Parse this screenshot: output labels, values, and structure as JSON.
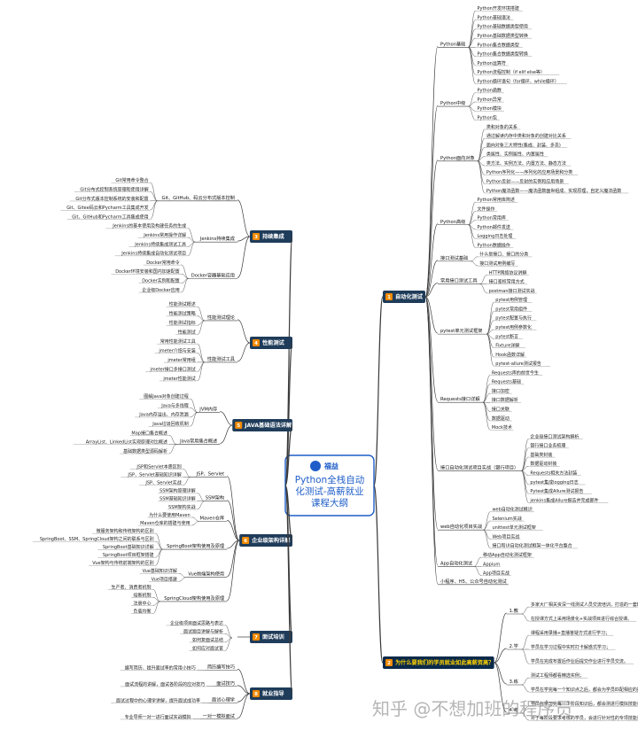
{
  "center": {
    "logo": "福益",
    "title_lines": [
      "Python全栈自动",
      "化测试-高薪就业",
      "课程大纲"
    ]
  },
  "watermark": "知乎 @不想加班的程序员",
  "colors": {
    "root": "#1f5ec8",
    "accent": "#f08a00",
    "line": "#3a3a3a",
    "node_bg": "#1f3c5a"
  },
  "right_branches": [
    {
      "label": "自动化测试",
      "num": "1",
      "groups": [
        {
          "label": "Python基础",
          "items": [
            "Python开发环境搭建",
            "Python基础语法",
            "Python基础数据类型使用",
            "Python基础数据类型转换",
            "Python集合数据类型",
            "Python集合数据类型转换",
            "Python运算符",
            "Python流程控制（if elif else等）",
            "Python循环语句（for循环、while循环）"
          ]
        },
        {
          "label": "Python中级",
          "items": [
            "Python函数",
            "Python异常",
            "Python模块",
            "Python包"
          ]
        },
        {
          "label": "Python面向对象",
          "items": [
            "类和对象的关系",
            "通过解读内存中类和对象的创建对比关系",
            "面向对象三大特性(集成、封装、多态)",
            "类属性、实例属性、内置属性",
            "类方法、实例方法、内置方法、静态方法",
            "Python序列化——序列化的应用场景和分类",
            "Python反射——反射的实例和应用场景",
            "Python魔法函数——魔法函数面世组成、实现原理，自定义魔法函数"
          ]
        },
        {
          "label": "Python高级",
          "items": [
            "Python常用库简述",
            "文件操作",
            "Python常用库",
            "Python邮件发送",
            "Logging日志处理",
            "Python数据操作"
          ]
        },
        {
          "label": "接口测试基础",
          "items": [
            "什么是接口、接口的分类",
            "接口测试用例编写"
          ]
        },
        {
          "label": "常用接口测试工具",
          "items": [
            "HTTP网络协议讲解",
            "接口鉴权常用方式",
            "postman接口测试实战"
          ]
        },
        {
          "label": "pytest单元测试框架",
          "items": [
            "pytest用例管理",
            "pytest常用组件",
            "pytest配置与执行",
            "pytest用例参数化",
            "pytest断言",
            "Fixture详解",
            "Hook函数详解",
            "pytest-allure测试报告"
          ]
        },
        {
          "label": "Requests接口详解",
          "items": [
            "Requests库的前世今生",
            "Requests基础",
            "接口加密",
            "接口数据解析",
            "接口关联",
            "数据驱动",
            "Mock技术"
          ]
        },
        {
          "label": "接口自动化测试项目实战（银行项目）",
          "items": [
            "企业级接口测试架构解析",
            "银行接口业务梳理",
            "基础类封装",
            "数据驱动封装",
            "Requests相关方法封装",
            "pytest集成logging日志",
            "Pytest集成Allure测试报告",
            "jenkins集成Allure报告并完成邮件"
          ]
        },
        {
          "label": "web自动化项目实战",
          "items": [
            "web自动化测试概识",
            "Selenium实战",
            "unittest单元测试框架",
            "Web项目实战",
            "接口和UI自动化测试框架一体化平台整合"
          ]
        },
        {
          "label": "App自动化测试",
          "items": [
            "移动App自动化测试框架",
            "Appium",
            "App项目实战"
          ]
        },
        {
          "label": "小程序、H5、公众号自动化测试",
          "items": []
        }
      ]
    },
    {
      "label": "为什么要我们的学员就业如此高薪资高？",
      "num": "2",
      "groups": [
        {
          "label": "1.教",
          "items": [
            "多家大厂相关资深一线测试人员交流培训，打造的一套精品化软件测试课程；",
            "在授课方式上采用场景化+实战项目进行综合授课。"
          ]
        },
        {
          "label": "2.学",
          "items": [
            "课程采用录播+直播答疑方式进行学习；",
            "学员在学习过程中实时打卡解惑式学习；",
            "学员在完成布置后作业后提交作业进行学员交流。"
          ]
        },
        {
          "label": "3.练",
          "items": [
            "测试工程师都看精选实例；",
            "学员在学完每一个知识点之后，都会为学员匹配相应的技能练习题。"
          ]
        },
        {
          "label": "4.考",
          "items": [
            "学员在学习完每一个阶段知识后，都会测进行模拟技能和理论知识测试帮助学员巩固知识点查漏补缺；",
            "对于每阶段要求考核的学员，会进行针对性的专项技能讲解。"
          ]
        }
      ]
    }
  ],
  "left_branches": [
    {
      "label": "持续集成",
      "num": "3",
      "groups": [
        {
          "label": "Git、GitHub、码云分布式版本控制",
          "items": [
            "Git常用命令整合",
            "Git分布式控制系统原理和使用详解",
            "Git分布式版本控制系统的安装和配置",
            "Git、Gitee码云和Pycharm工具集成开发",
            "Git、GitHub和Pycharm工具集成使用"
          ]
        },
        {
          "label": "Jenkins持续集成",
          "items": [
            "Jenkins的基本使用及构建任务的生成",
            "Jenkins常用操作详解",
            "Jenkins持续集成测试工具",
            "Jenkins持续集成自动化测试项目"
          ]
        },
        {
          "label": "Docker容器基础应用",
          "items": [
            "Docker常用命令",
            "Docker环境安装和国内加速配置",
            "Docker实例和配置",
            "企业级Docker应用"
          ]
        }
      ]
    },
    {
      "label": "性能测试",
      "num": "4",
      "groups": [
        {
          "label": "性能测试理论",
          "items": [
            "性能测试概述",
            "性能测试策略",
            "性能测试指标",
            "性能测试"
          ]
        },
        {
          "label": "性能测试工具",
          "items": [
            "常用性能测试工具",
            "jmeter介绍与安装",
            "jmeter常用组",
            "jmeter接口多接口测试",
            "jmeter性能测试"
          ]
        }
      ]
    },
    {
      "label": "JAVA基础语法详解",
      "num": "5",
      "groups": [
        {
          "label": "JVM内存",
          "items": [
            "图解Java对象创建过程",
            "Java与多线程",
            "Java内存溢出、内存泄漏",
            "Java垃圾回收机制"
          ]
        },
        {
          "label": "Java常用集合概述",
          "items": [
            "Map接口集合概述",
            "ArrayList、LinkedList实现原理对比概述",
            "基础数据类型源码解析"
          ]
        }
      ]
    },
    {
      "label": "企业级架构详解",
      "num": "6",
      "groups": [
        {
          "label": "JSP、Servlet",
          "items": [
            "JSP和Servlet本质区别",
            "JSP、Servlet基础知识详解",
            "JSP、Servlet实战"
          ]
        },
        {
          "label": "SSM架构",
          "items": [
            "SSM架构原理详解",
            "SSM基础知识详解",
            "SSM架构实战"
          ]
        },
        {
          "label": "Maven仓库",
          "items": [
            "为什么要使用Maven",
            "Maven仓库的搭建与使用"
          ]
        },
        {
          "label": "SpringBoot架构使用及原理",
          "items": [
            "微服务架构和传统架构的区别",
            "SpringBoot、SSM、SpringCloud架构之间的联系与区别",
            "SpringBoot基础知识详解",
            "SpringBoot项目框架搭建",
            "Vue架构与传统前端架构的区别"
          ]
        },
        {
          "label": "Vue前端架构使用",
          "items": [
            "Vue基础知识详解",
            "Vue项目搭建"
          ]
        },
        {
          "label": "SpringCloud架构使用及原理",
          "items": [
            "生产者、消费者机制",
            "熔断机制",
            "注册中心",
            "负载均衡"
          ]
        }
      ]
    },
    {
      "label": "面试培训",
      "num": "7",
      "groups": [
        {
          "label": "",
          "items": [
            "企业级项目面试思路与表达",
            "面试题目讲解与解析",
            "如何复面试总结",
            "如何应对面试官"
          ]
        }
      ]
    },
    {
      "label": "就业指导",
      "num": "8",
      "groups": [
        {
          "label": "简历编写技巧",
          "items": [
            "编写简历、提升面试率的常用小技巧"
          ]
        },
        {
          "label": "面试技巧",
          "items": [
            "面试流程的讲解，面试各阶段的应对技巧"
          ]
        },
        {
          "label": "面试心理学",
          "items": [
            "面试过程中的心理学讲解，提升面试成功率"
          ]
        },
        {
          "label": "一对一模拟面试",
          "items": [
            "专业导师一对一进行面试实战模拟"
          ]
        }
      ]
    }
  ]
}
